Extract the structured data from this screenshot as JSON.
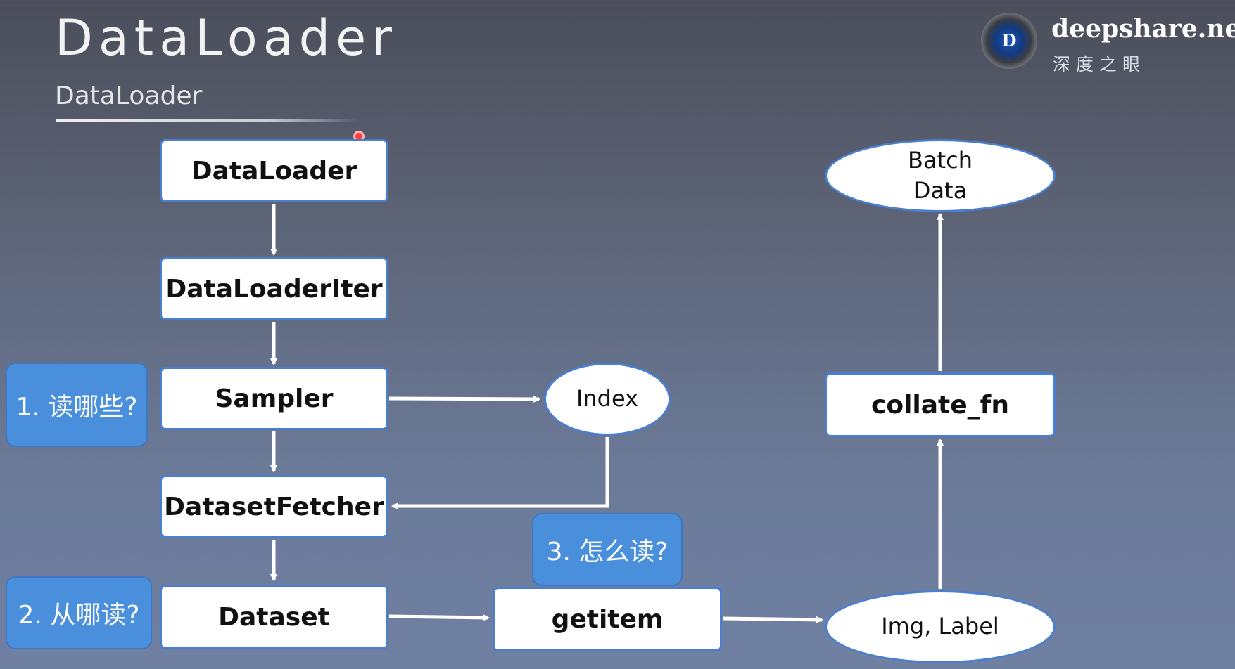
{
  "slide": {
    "title": "DataLoader",
    "subtitle": "DataLoader"
  },
  "logo": {
    "mark_letter": "D",
    "name": "deepshare.net",
    "subtitle": "深度之眼"
  },
  "nodes": {
    "dataloader": "DataLoader",
    "dataloader_iter": "DataLoaderIter",
    "sampler": "Sampler",
    "dataset_fetcher": "DatasetFetcher",
    "dataset": "Dataset",
    "getitem": "getitem",
    "collate_fn": "collate_fn",
    "index": "Index",
    "img_label": "Img, Label",
    "batch_data_line1": "Batch",
    "batch_data_line2": "Data"
  },
  "callouts": {
    "q1": "1. 读哪些?",
    "q2": "2. 从哪读?",
    "q3": "3. 怎么读?"
  },
  "colors": {
    "node_border": "#4a7fd0",
    "callout_fill": "#4a8fdc",
    "arrow": "#ffffff",
    "laser_pointer": "#ff3b3b"
  }
}
